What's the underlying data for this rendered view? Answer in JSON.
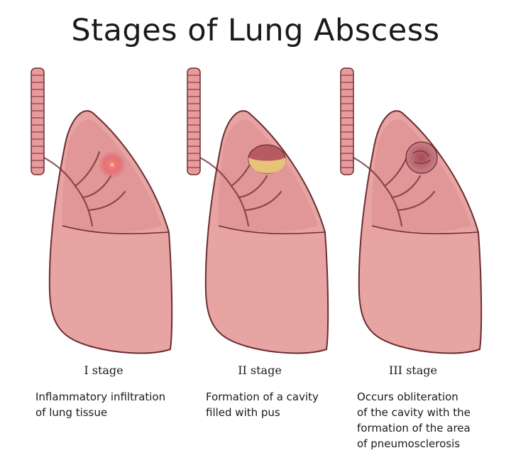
{
  "title": "Stages of Lung Abscess",
  "colors": {
    "lung_fill": "#e8a3a3",
    "lung_outline": "#6a2e31",
    "upper_lobe": "#e09697",
    "trachea": "#e89a9c",
    "inflammation": "#e35a64",
    "pus": "#e9c27a",
    "scar": "#b76770"
  },
  "stages": [
    {
      "label": "I stage",
      "description_lines": [
        "Inflammatory infiltration",
        "of lung tissue"
      ],
      "lesion": "inflammation-focus"
    },
    {
      "label": "II stage",
      "description_lines": [
        "Formation of a cavity",
        "filled with pus"
      ],
      "lesion": "pus-filled-cavity"
    },
    {
      "label": "III stage",
      "description_lines": [
        "Occurs obliteration",
        "of the cavity with the",
        "formation of the area",
        "of pneumosclerosis"
      ],
      "lesion": "pneumosclerosis-area"
    }
  ]
}
